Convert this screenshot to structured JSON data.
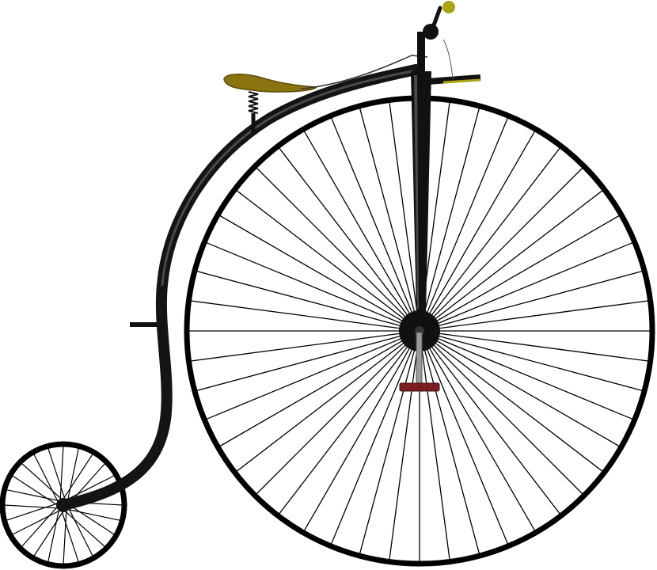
{
  "scene": {
    "subject": "penny-farthing-bicycle",
    "background": "#ffffff"
  },
  "colors": {
    "frame": "#141414",
    "frame_highlight": "#4a4a4a",
    "spokes": "#000000",
    "tire": "#000000",
    "saddle": "#8a7410",
    "saddle_shadow": "#5c4d08",
    "handle_grip": "#a8a414",
    "pedal": "#7a1f1f",
    "crank": "#9a9a9a"
  },
  "front_wheel": {
    "spoke_count": 48
  },
  "rear_wheel": {
    "spoke_count": 24
  }
}
